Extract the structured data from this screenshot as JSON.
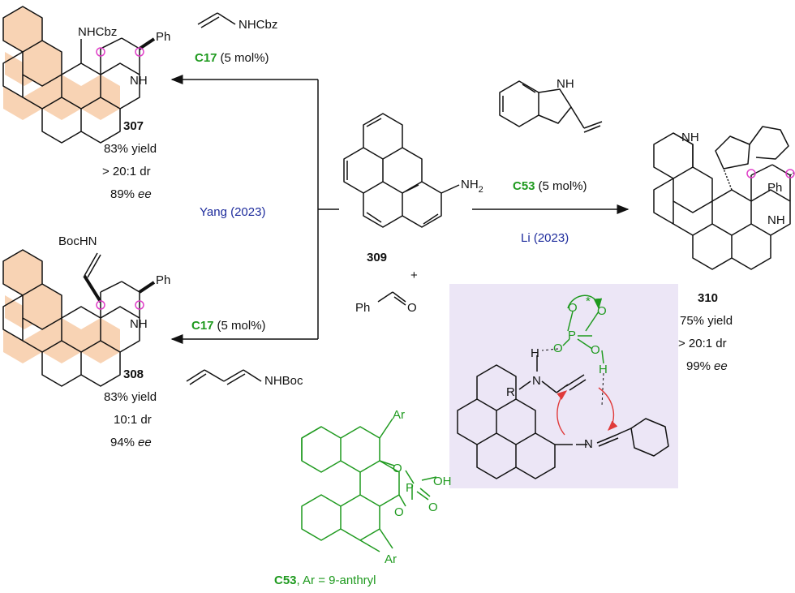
{
  "colors": {
    "highlight_fill": "#f8d3b4",
    "stereocenter_mark": "#e040c8",
    "catalyst_green": "#1f9a1f",
    "reference_blue": "#1d2b9c",
    "ts_box": "#ece6f6",
    "curved_arrow": "#e03a3a"
  },
  "reagents": {
    "top_left": "NHCbz",
    "bottom_left": "NHBoc",
    "aldehyde": "Ph",
    "aldehyde_o": "O",
    "plus": "+"
  },
  "conditions": {
    "top_left_catalyst": "C17",
    "top_left_loading": "(5 mol%)",
    "bottom_left_catalyst": "C17",
    "bottom_left_loading": "(5 mol%)",
    "right_catalyst": "C53",
    "right_loading": "(5 mol%)",
    "left_reference": "Yang (2023)",
    "right_reference": "Li (2023)"
  },
  "starting_material": {
    "id": "309",
    "nh2": "NH",
    "nh2_sub": "2"
  },
  "products": [
    {
      "id": "307",
      "yield": "83% yield",
      "dr": "> 20:1 dr",
      "ee_value": "89%",
      "ee_unit": "ee",
      "sub1": "NHCbz",
      "sub2": "Ph",
      "nh": "NH"
    },
    {
      "id": "308",
      "yield": "83% yield",
      "dr": "10:1 dr",
      "ee_value": "94%",
      "ee_unit": "ee",
      "sub1": "BocHN",
      "sub2": "Ph",
      "nh": "NH"
    },
    {
      "id": "310",
      "yield": "75% yield",
      "dr": "> 20:1 dr",
      "ee_value": "99%",
      "ee_unit": "ee",
      "sub1": "NH",
      "sub2": "Ph",
      "nh": "NH"
    }
  ],
  "indole_reagent": {
    "nh": "NH"
  },
  "transition_state": {
    "star": "*",
    "o1": "O",
    "o2": "O",
    "o3": "O",
    "o4": "O",
    "p": "P",
    "h1": "H",
    "h2": "H",
    "r": "R",
    "n1": "N",
    "n2": "N"
  },
  "catalyst": {
    "id": "C53",
    "caption": ", Ar = 9-anthryl",
    "ar_top": "Ar",
    "ar_bottom": "Ar",
    "oh": "OH",
    "p": "P",
    "o_top": "O",
    "o_bottom": "O",
    "o_double": "O"
  }
}
